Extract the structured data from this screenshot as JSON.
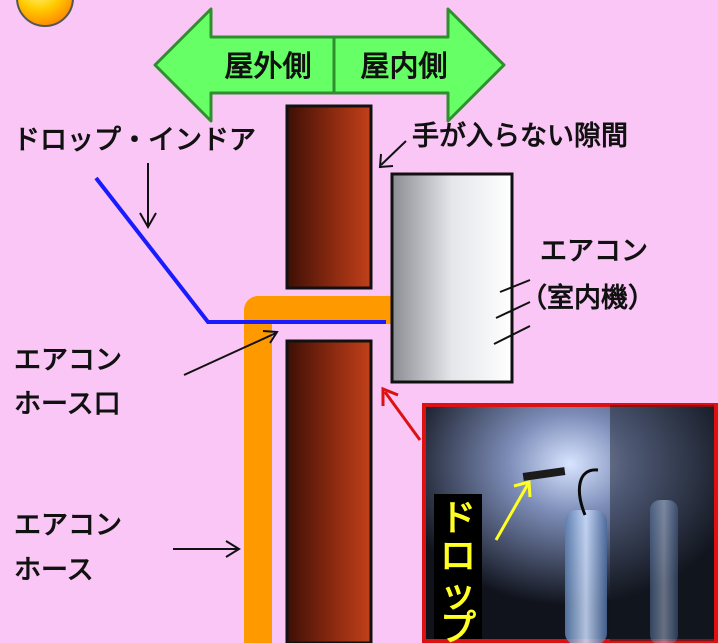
{
  "labels": {
    "outdoor_side": "屋外側",
    "indoor_side": "屋内側",
    "drop_indoor": "ドロップ・インドア",
    "no_hand_gap": "手が入らない隙間",
    "aircon_unit_line1": "エアコン",
    "aircon_unit_line2": "（室内機）",
    "hose_port_line1": "エアコン",
    "hose_port_line2": "ホース口",
    "hose_line1": "エアコン",
    "hose_line2": "ホース",
    "photo_drop": "ドロップ"
  },
  "colors": {
    "background": "#f9c6f5",
    "arrow_fill": "#66ff66",
    "arrow_stroke": "#2f8f2f",
    "wall": "#8b2a10",
    "hose": "#ff9900",
    "drop_cable": "#1a1aff",
    "aircon_unit": "#d9dce0",
    "callout_red": "#dd1111",
    "photo_caption": "#ffff22"
  },
  "icons": {
    "corner_badge": "orange-circle-icon"
  }
}
